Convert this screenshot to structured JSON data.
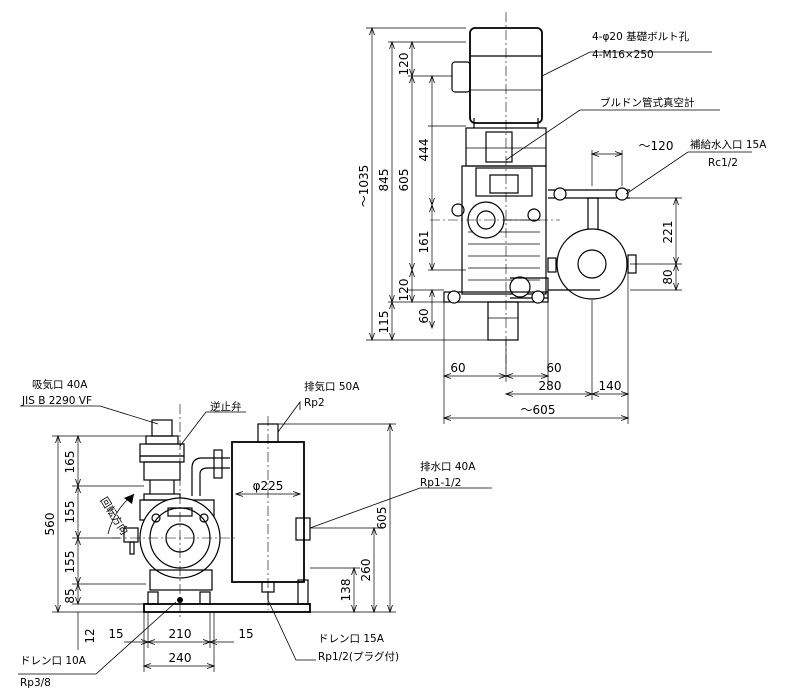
{
  "top_view": {
    "dims_vertical": {
      "total": "～1035",
      "d845": "845",
      "d605": "605",
      "d444": "444",
      "d120_top": "120",
      "d161": "161",
      "d120_low": "120",
      "d60": "60",
      "d115": "115",
      "d221": "221",
      "d80": "80"
    },
    "dims_horizontal": {
      "d60_left": "60",
      "d60_right": "60",
      "d280": "280",
      "d140": "140",
      "d605": "～605",
      "d120": "～120"
    },
    "notes": {
      "bolt_holes_line1": "4-φ20 基礎ボルト孔",
      "bolt_holes_line2": "4-M16×250",
      "gauge": "ブルドン管式真空計",
      "water_inlet_line1": "補給水入口 15A",
      "water_inlet_line2": "Rc1/2"
    }
  },
  "front_view": {
    "dims_vertical": {
      "d560": "560",
      "d165": "165",
      "d155_top": "155",
      "d155_bot": "155",
      "d85": "85",
      "d12": "12",
      "d605": "605",
      "d260": "260",
      "d138": "138"
    },
    "dims_horizontal": {
      "d15_left": "15",
      "d210": "210",
      "d15_right": "15",
      "d240": "240",
      "diameter": "φ225"
    },
    "notes": {
      "suction_line1": "吸気口 40A",
      "suction_line2": "JIS B 2290 VF",
      "check_valve": "逆止弁",
      "exhaust_line1": "排気口 50A",
      "exhaust_line2": "Rp2",
      "drain_water_line1": "排水口 40A",
      "drain_water_line2": "Rp1-1/2",
      "rotation": "回転方向",
      "drain_left_line1": "ドレン口 10A",
      "drain_left_line2": "Rp3/8",
      "drain_right_line1": "ドレン口 15A",
      "drain_right_line2": "Rp1/2(プラグ付)"
    }
  }
}
